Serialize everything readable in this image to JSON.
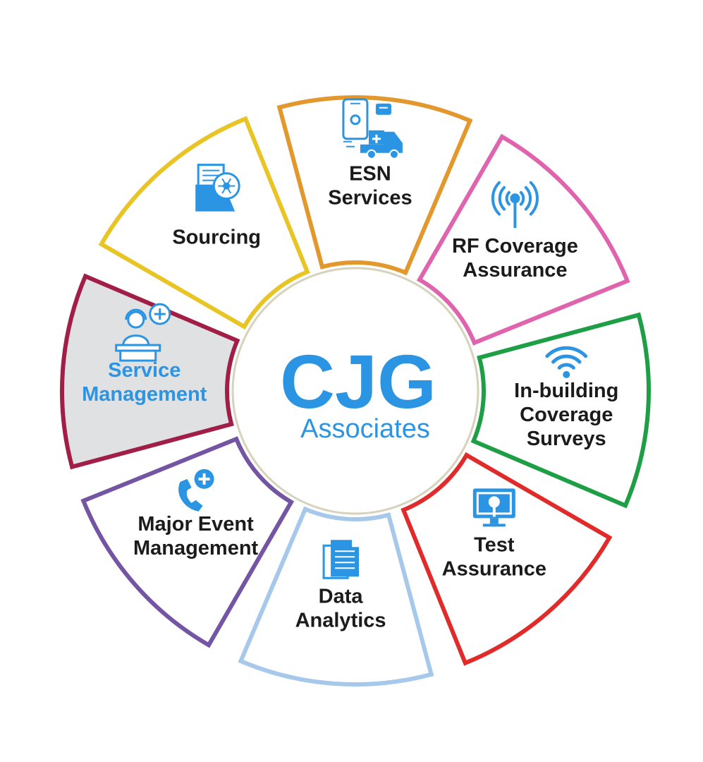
{
  "center": {
    "brand": "CJG",
    "sub": "Associates",
    "brand_color": "#2b95e4"
  },
  "accent_color": "#2b95e4",
  "segments": [
    {
      "id": "esn-services",
      "lines": [
        "ESN",
        "Services"
      ],
      "color": "#e3982e",
      "icon": "phone-ambulance-icon",
      "active": false
    },
    {
      "id": "rf-coverage-assurance",
      "lines": [
        "RF Coverage",
        "Assurance"
      ],
      "color": "#e063ad",
      "icon": "antenna-signal-icon",
      "active": false
    },
    {
      "id": "in-building-coverage-surveys",
      "lines": [
        "In-building",
        "Coverage",
        "Surveys"
      ],
      "color": "#1e9e45",
      "icon": "wifi-icon",
      "active": false
    },
    {
      "id": "test-assurance",
      "lines": [
        "Test",
        "Assurance"
      ],
      "color": "#e12a2a",
      "icon": "monitor-search-icon",
      "active": false
    },
    {
      "id": "data-analytics",
      "lines": [
        "Data",
        "Analytics"
      ],
      "color": "#a6c8ea",
      "icon": "document-stack-icon",
      "active": false
    },
    {
      "id": "major-event-management",
      "lines": [
        "Major Event",
        "Management"
      ],
      "color": "#7355a4",
      "icon": "phone-plus-icon",
      "active": false
    },
    {
      "id": "service-management",
      "lines": [
        "Service",
        "Management"
      ],
      "color": "#a11e46",
      "icon": "agent-headset-icon",
      "active": true,
      "fill": "#dfe1e3"
    },
    {
      "id": "sourcing",
      "lines": [
        "Sourcing"
      ],
      "color": "#e8c425",
      "icon": "document-network-icon",
      "active": false
    }
  ]
}
